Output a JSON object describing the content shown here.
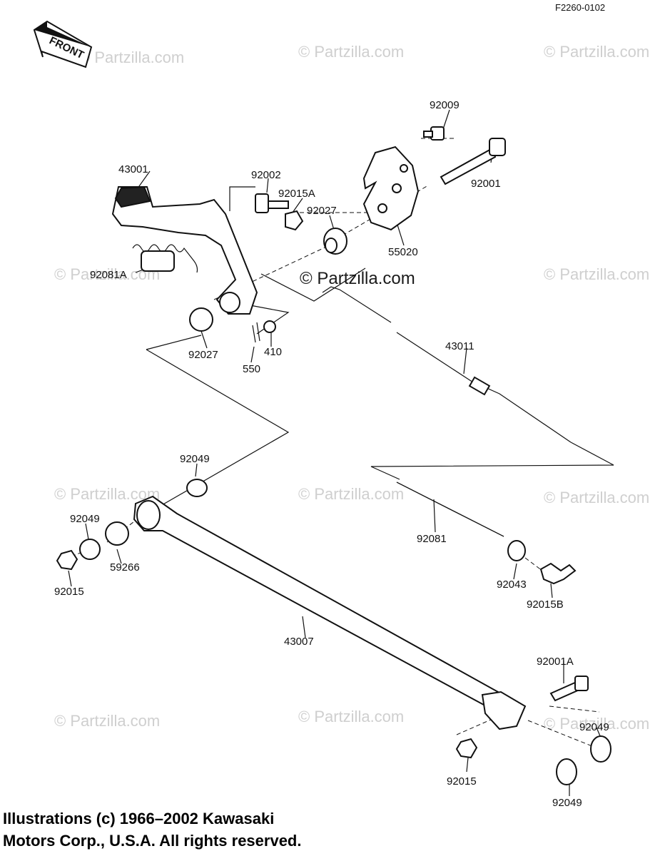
{
  "figure_code": "F2260-0102",
  "front_badge": "FRONT",
  "watermark": "© Partzilla.com",
  "footer": {
    "line1": "Illustrations (c) 1966–2002 Kawasaki",
    "line2": "Motors Corp., U.S.A.  All rights reserved."
  },
  "callouts": {
    "p92009": "92009",
    "p43001": "43001",
    "p92002": "92002",
    "p92015A": "92015A",
    "p92027_top": "92027",
    "p92001": "92001",
    "p55020": "55020",
    "p92081A": "92081A",
    "p92027_low": "92027",
    "p550": "550",
    "p410": "410",
    "p43011": "43011",
    "p92049_a": "92049",
    "p92049_b": "92049",
    "p59266": "59266",
    "p92015_left": "92015",
    "p92081": "92081",
    "p92043": "92043",
    "p92015B": "92015B",
    "p43007": "43007",
    "p92001A": "92001A",
    "p92049_c": "92049",
    "p92015_bottom": "92015",
    "p92049_d": "92049"
  }
}
